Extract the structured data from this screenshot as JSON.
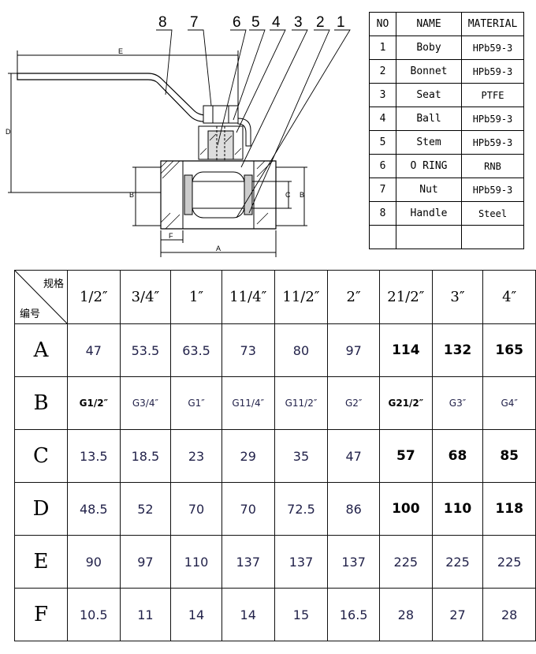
{
  "drawing": {
    "callouts": [
      "8",
      "7",
      "6",
      "5",
      "4",
      "3",
      "2",
      "1"
    ],
    "dims": {
      "E": "E",
      "D": "D",
      "B": "B",
      "C": "C",
      "F": "F",
      "A": "A"
    }
  },
  "parts_table": {
    "headers": [
      "NO",
      "NAME",
      "MATERIAL"
    ],
    "rows": [
      [
        "1",
        "Boby",
        "HPb59-3"
      ],
      [
        "2",
        "Bonnet",
        "HPb59-3"
      ],
      [
        "3",
        "Seat",
        "PTFE"
      ],
      [
        "4",
        "Ball",
        "HPb59-3"
      ],
      [
        "5",
        "Stem",
        "HPb59-3"
      ],
      [
        "6",
        "O RING",
        "RNB"
      ],
      [
        "7",
        "Nut",
        "HPb59-3"
      ],
      [
        "8",
        "Handle",
        "Steel"
      ],
      [
        "",
        "",
        ""
      ]
    ]
  },
  "spec_table": {
    "corner_top": "规格",
    "corner_bottom": "编号",
    "sizes": [
      "1/2″",
      "3/4″",
      "1″",
      "11/4″",
      "11/2″",
      "2″",
      "21/2″",
      "3″",
      "4″"
    ],
    "rows": [
      {
        "label": "A",
        "values": [
          "47",
          "53.5",
          "63.5",
          "73",
          "80",
          "97",
          "114",
          "132",
          "165"
        ]
      },
      {
        "label": "B",
        "values": [
          "G1/2″",
          "G3/4″",
          "G1″",
          "G11/4″",
          "G11/2″",
          "G2″",
          "G21/2″",
          "G3″",
          "G4″"
        ]
      },
      {
        "label": "C",
        "values": [
          "13.5",
          "18.5",
          "23",
          "29",
          "35",
          "47",
          "57",
          "68",
          "85"
        ]
      },
      {
        "label": "D",
        "values": [
          "48.5",
          "52",
          "70",
          "70",
          "72.5",
          "86",
          "100",
          "110",
          "118"
        ]
      },
      {
        "label": "E",
        "values": [
          "90",
          "97",
          "110",
          "137",
          "137",
          "137",
          "225",
          "225",
          "225"
        ]
      },
      {
        "label": "F",
        "values": [
          "10.5",
          "11",
          "14",
          "14",
          "15",
          "16.5",
          "28",
          "27",
          "28"
        ]
      }
    ],
    "bold_cells": {
      "A": [
        6,
        7,
        8
      ],
      "B": [
        0,
        6
      ],
      "C": [
        6,
        7,
        8
      ],
      "D": [
        6,
        7,
        8
      ]
    }
  }
}
